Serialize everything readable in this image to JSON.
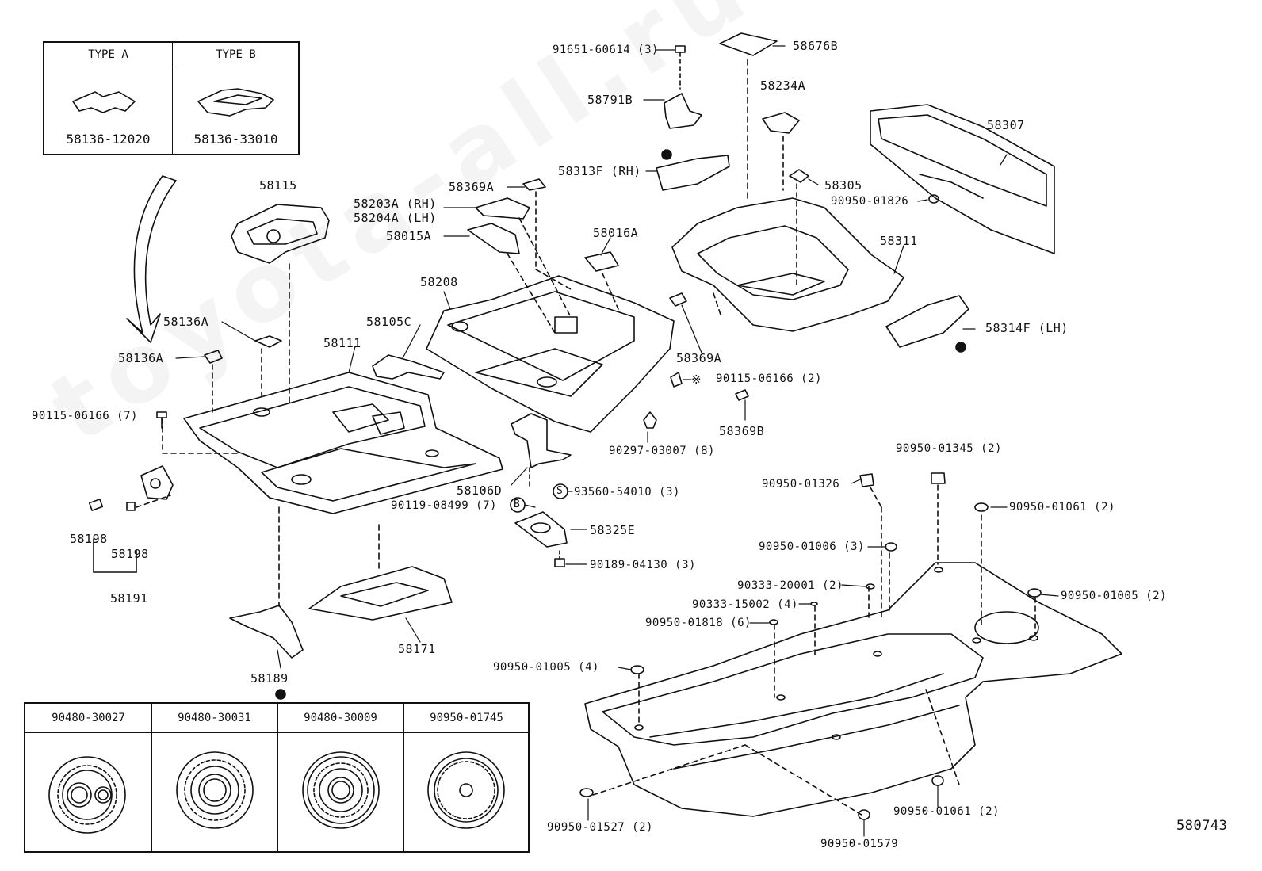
{
  "watermark": "toyota-all.ru",
  "diagram_id": "580743",
  "type_table": {
    "type_a": {
      "header": "TYPE A",
      "part": "58136-12020"
    },
    "type_b": {
      "header": "TYPE B",
      "part": "58136-33010"
    }
  },
  "plug_table": {
    "columns": [
      "90480-30027",
      "90480-30031",
      "90480-30009",
      "90950-01745"
    ]
  },
  "callouts": {
    "p58115": "58115",
    "p58136a_1": "58136A",
    "p58136a_2": "58136A",
    "p58111": "58111",
    "p90115_7": "90115-06166 (7)",
    "p58198_1": "58198",
    "p58198_2": "58198",
    "p58191": "58191",
    "p58189": "58189",
    "p58171": "58171",
    "p58105c": "58105C",
    "p58208": "58208",
    "p58015a": "58015A",
    "p58203a": "58203A (RH)",
    "p58204a": "58204A (LH)",
    "p58369a_top": "58369A",
    "p58016a": "58016A",
    "p58106d": "58106D",
    "p90119": "90119-08499 (7)",
    "p93560": "93560-54010 (3)",
    "p58325e": "58325E",
    "p90189": "90189-04130 (3)",
    "p90297": "90297-03007 (8)",
    "p58369a_mid": "58369A",
    "p90115_2": "90115-06166 (2)",
    "p58369b": "58369B",
    "p91651": "91651-60614 (3)",
    "p58791b": "58791B",
    "p58313f": "58313F (RH)",
    "p58676b": "58676B",
    "p58234a": "58234A",
    "p58305": "58305",
    "p58307": "58307",
    "p90950_01826": "90950-01826",
    "p58311": "58311",
    "p58314f": "58314F (LH)",
    "p90950_01345": "90950-01345 (2)",
    "p90950_01326": "90950-01326",
    "p90950_01061a": "90950-01061 (2)",
    "p90950_01006": "90950-01006 (3)",
    "p90333_20001": "90333-20001 (2)",
    "p90333_15002": "90333-15002 (4)",
    "p90950_01818": "90950-01818 (6)",
    "p90950_01005a": "90950-01005 (2)",
    "p90950_01005b": "90950-01005 (4)",
    "p90950_01527": "90950-01527 (2)",
    "p90950_01579": "90950-01579",
    "p90950_01061b": "90950-01061 (2)"
  },
  "markers": {
    "s_mark": "S",
    "b_mark": "B",
    "x_mark": "※"
  },
  "colors": {
    "line": "#111111",
    "background": "#ffffff"
  }
}
